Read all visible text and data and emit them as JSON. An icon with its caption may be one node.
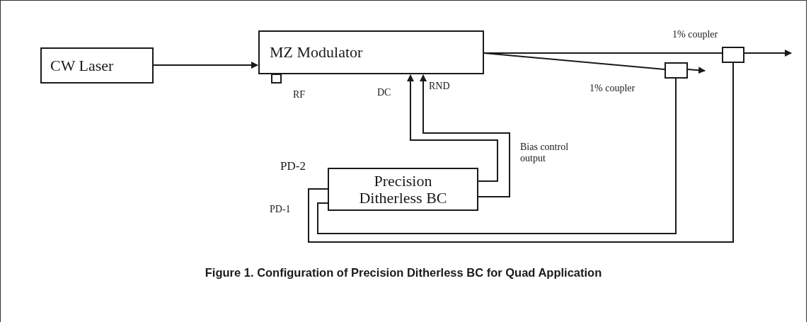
{
  "diagram": {
    "caption": "Figure 1. Configuration of Precision Ditherless BC for Quad Application",
    "nodes": [
      {
        "text": [
          "CW Laser"
        ]
      },
      {
        "text": [
          "MZ Modulator"
        ]
      },
      {
        "text": [],
        "shape": "box",
        "beside": [
          "RF"
        ]
      },
      {
        "text": [],
        "shape": "box",
        "beside": [
          "1% coupler"
        ]
      },
      {
        "text": [],
        "shape": "box",
        "beside": [
          "1% coupler"
        ]
      },
      {
        "text": [
          "Precision Ditherless BC"
        ]
      }
    ],
    "edges": [
      {
        "from": 0,
        "to": 1,
        "arrow": "to"
      },
      {
        "from": 1,
        "to": 4,
        "arrow": "none"
      },
      {
        "from": 4,
        "to": null,
        "arrow": "to"
      },
      {
        "from": 1,
        "to": 3,
        "arrow": "none"
      },
      {
        "from": 3,
        "to": null,
        "arrow": "to"
      },
      {
        "from": 5,
        "to": 1,
        "arrow": "to"
      },
      {
        "from": 5,
        "to": 1,
        "arrow": "to"
      },
      {
        "from": 3,
        "to": 5,
        "arrow": "none"
      },
      {
        "from": 4,
        "to": 5,
        "arrow": "none"
      }
    ],
    "labels": [
      "DC",
      "RND",
      "Bias control output",
      "PD-2",
      "PD-1"
    ]
  }
}
